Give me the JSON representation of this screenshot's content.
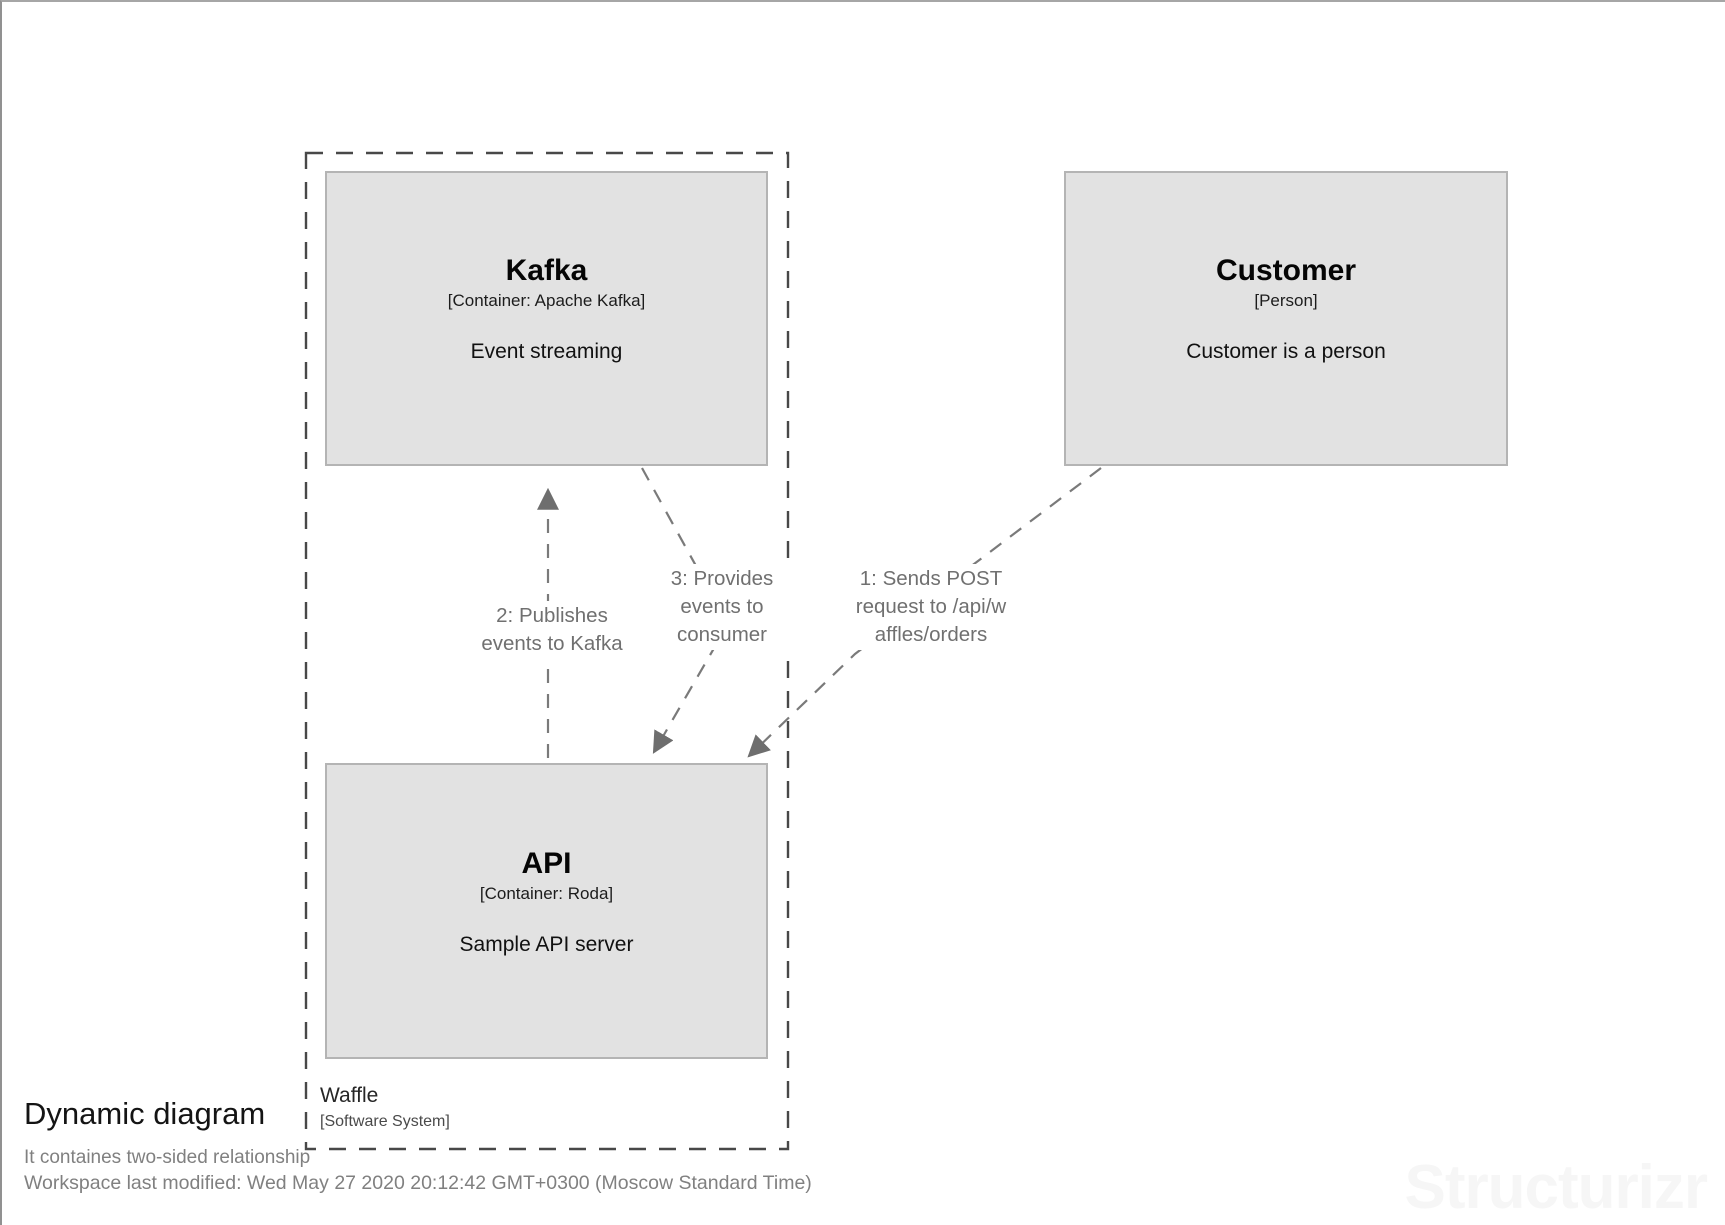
{
  "header": {
    "title": "Dynamic diagram",
    "subtitle": "It containes two-sided relationship",
    "last_modified": "Workspace last modified: Wed May 27 2020 20:12:42 GMT+0300 (Moscow Standard Time)"
  },
  "watermark": "Structurizr",
  "diagram": {
    "boundary": {
      "name": "Waffle",
      "type": "[Software System]"
    },
    "elements": [
      {
        "name": "Kafka",
        "meta": "[Container: Apache Kafka]",
        "description": "Event streaming"
      },
      {
        "name": "API",
        "meta": "[Container: Roda]",
        "description": "Sample API server"
      },
      {
        "name": "Customer",
        "meta": "[Person]",
        "description": "Customer is a person"
      }
    ],
    "relationships": [
      {
        "order": "1",
        "lines": [
          "1: Sends POST",
          "request to /api/w",
          "affles/orders"
        ]
      },
      {
        "order": "2",
        "lines": [
          "2: Publishes",
          "events to Kafka"
        ]
      },
      {
        "order": "3",
        "lines": [
          "3: Provides",
          "events to",
          "consumer"
        ]
      }
    ],
    "colors": {
      "element_fill": "#e2e2e2",
      "element_border": "#b4b4b4",
      "element_text": "#000000",
      "relationship_gray": "#707070",
      "arrowhead_gray": "#6e6e6e",
      "boundary_gray": "#484848",
      "muted_text_gray": "#808080",
      "watermark_gray": "#f6f6f6"
    }
  }
}
